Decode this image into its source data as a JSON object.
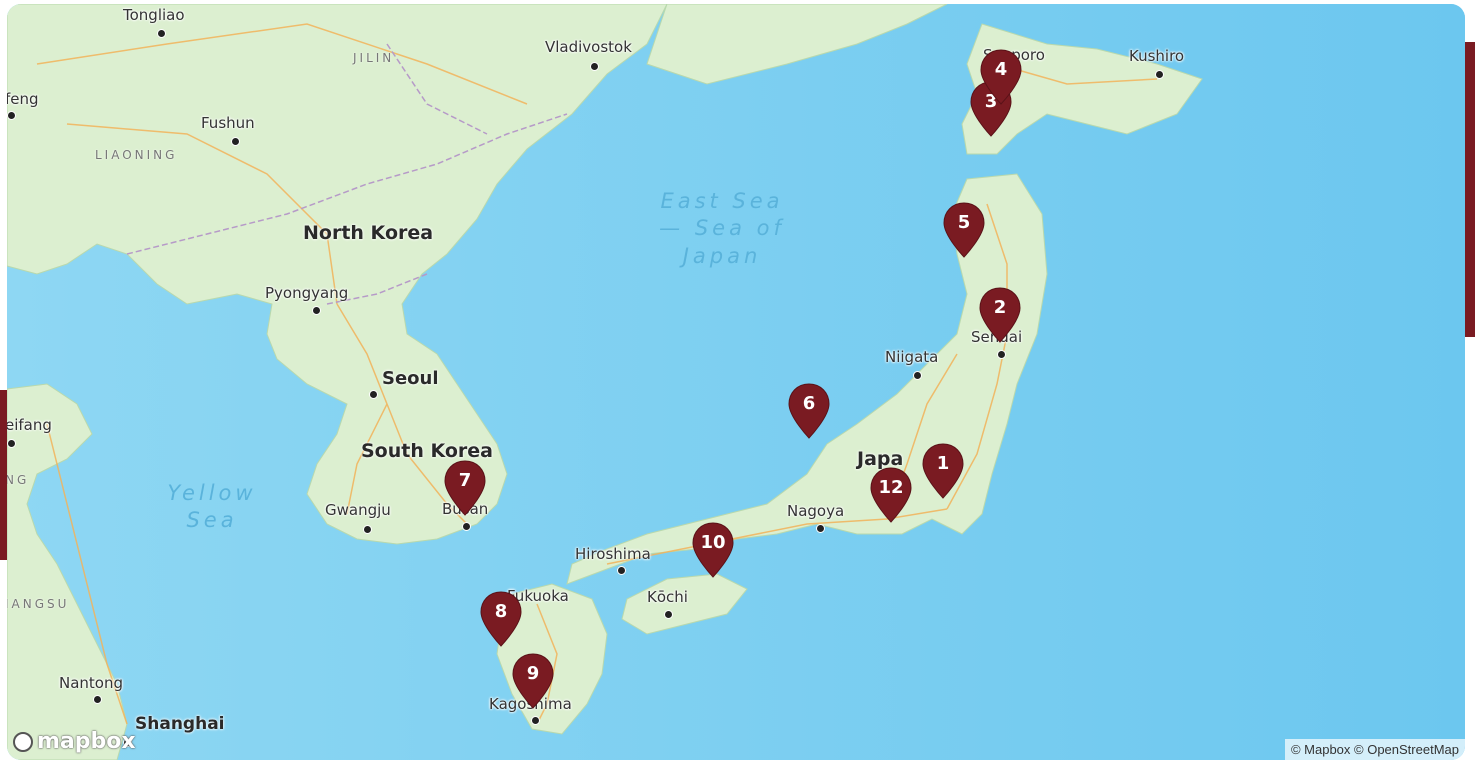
{
  "map": {
    "seas": {
      "east_sea": [
        "East Sea",
        "— Sea of",
        "Japan"
      ],
      "yellow_sea": [
        "Yellow",
        "Sea"
      ]
    },
    "countries": {
      "north_korea": "North Korea",
      "south_korea": "South Korea",
      "japan": "Japa"
    },
    "regions": {
      "jilin": "JILIN",
      "liaoning": "LIAONING",
      "jiangsu": "IANGSU",
      "shandong_fragment": "NG"
    },
    "cities": {
      "tongliao": "Tongliao",
      "vladivostok": "Vladivostok",
      "fushun": "Fushun",
      "tieling_fragment": "feng",
      "pyongyang": "Pyongyang",
      "seoul": "Seoul",
      "weifang_fragment": "eifang",
      "gwangju": "Gwangju",
      "busan": "Busan",
      "hiroshima": "Hiroshima",
      "fukuoka": "Fukuoka",
      "kochi": "Kōchi",
      "kagoshima": "Kagoshima",
      "nantong": "Nantong",
      "shanghai": "Shanghai",
      "nagoya": "Nagoya",
      "niigata": "Niigata",
      "sendai": "Sendai",
      "sapporo": "Sapporo",
      "kushiro": "Kushiro"
    },
    "markers": [
      {
        "label": "1"
      },
      {
        "label": "2"
      },
      {
        "label": "3"
      },
      {
        "label": "4"
      },
      {
        "label": "5"
      },
      {
        "label": "6"
      },
      {
        "label": "7"
      },
      {
        "label": "8"
      },
      {
        "label": "9"
      },
      {
        "label": "10"
      },
      {
        "label": "12"
      }
    ],
    "logo": "mapbox",
    "attribution": "© Mapbox © OpenStreetMap",
    "colors": {
      "water": "#8ed7f3",
      "land": "#dcefd0",
      "marker": "#7a1b22",
      "sea_label": "#5ab3db"
    }
  }
}
